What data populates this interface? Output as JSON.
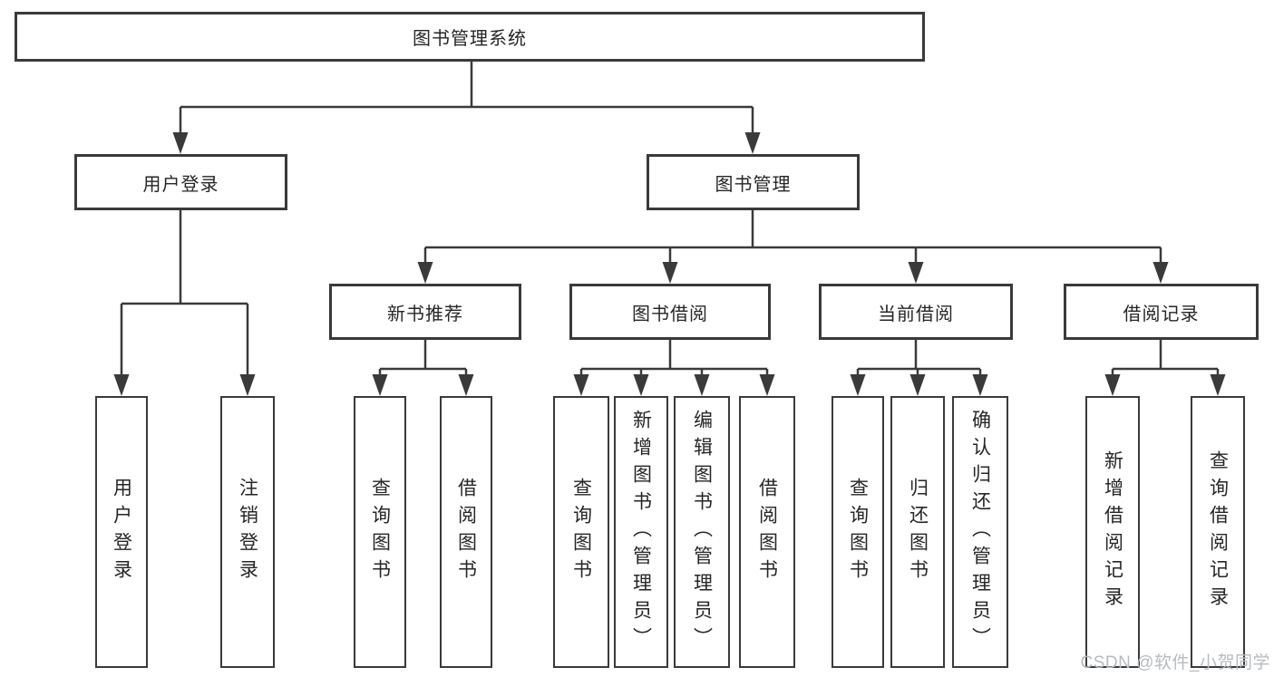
{
  "diagram": {
    "root": "图书管理系统",
    "branches": [
      {
        "label": "用户登录",
        "children": [
          "用户登录",
          "注销登录"
        ]
      },
      {
        "label": "图书管理",
        "groups": [
          {
            "label": "新书推荐",
            "children": [
              "查询图书",
              "借阅图书"
            ]
          },
          {
            "label": "图书借阅",
            "children": [
              "查询图书",
              "新增图书（管理员）",
              "编辑图书（管理员）",
              "借阅图书"
            ]
          },
          {
            "label": "当前借阅",
            "children": [
              "查询图书",
              "归还图书",
              "确认归还（管理员）"
            ]
          },
          {
            "label": "借阅记录",
            "children": [
              "新增借阅记录",
              "查询借阅记录"
            ]
          }
        ]
      }
    ]
  },
  "watermark": "CSDN @软件_小贺同学",
  "colors": {
    "line": "#3a3a3a",
    "border": "#3a3a3a",
    "text": "#262626",
    "background": "#ffffff",
    "watermark": "#b7bbbf"
  }
}
